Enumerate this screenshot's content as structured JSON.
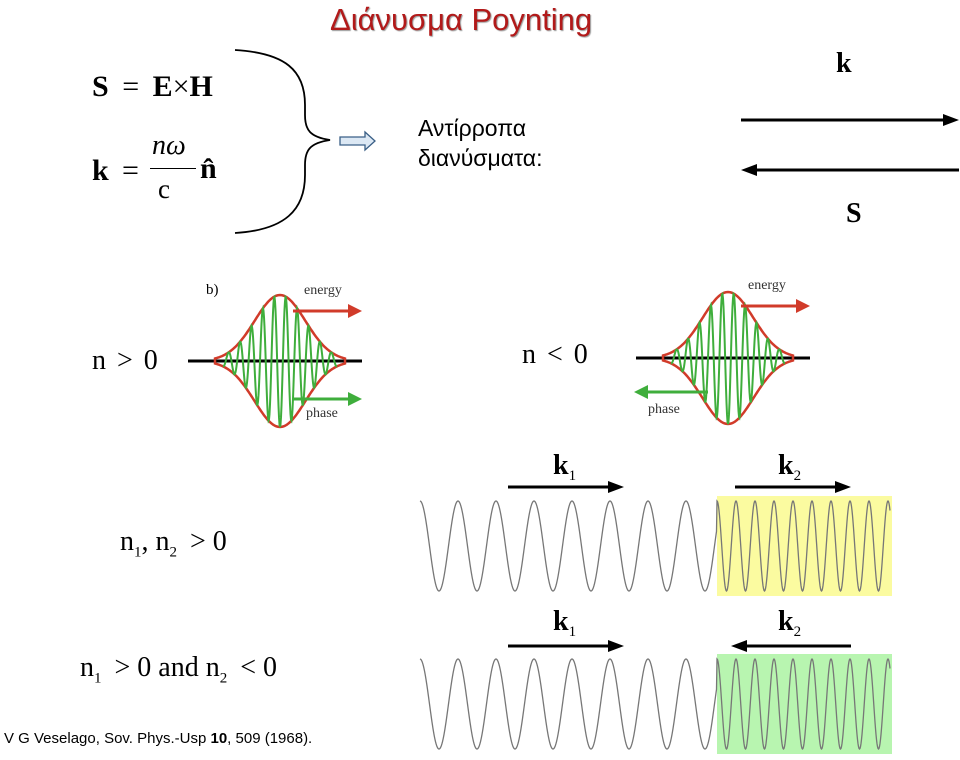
{
  "title": "Διάνυσμα Poynting",
  "eq1": {
    "lhs": "S",
    "eq": "=",
    "e": "E",
    "times": "×",
    "h": "H"
  },
  "eq2": {
    "lhs": "k",
    "eq": "=",
    "num": "nω",
    "den": "c",
    "nhat": "n̂"
  },
  "antiparallel": {
    "line1": "Αντίρροπα",
    "line2": "διανύσματα:"
  },
  "vectors": {
    "top": "k",
    "bottom": "S"
  },
  "pulse": {
    "panel_label": "b)",
    "energy": "energy",
    "phase": "phase"
  },
  "cond_pos": {
    "n": "n",
    "rel": ">",
    "zero": "0"
  },
  "cond_neg": {
    "n": "n",
    "rel": "<",
    "zero": "0"
  },
  "cond_row1": {
    "text": "n",
    "sub1": "1",
    "sep": ", n",
    "sub2": "2",
    "rel": "> 0"
  },
  "cond_row2": {
    "n1": "n",
    "sub1": "1",
    "part1": "> 0 and n",
    "sub2": "2",
    "part2": "< 0"
  },
  "waves": {
    "k": "k",
    "sub1": "1",
    "sub2": "2"
  },
  "colors": {
    "title": "#b21a1a",
    "energy_arrow": "#d13b2a",
    "phase_arrow": "#3fae3c",
    "envelope": "#d13b2a",
    "oscillation": "#3fae3c",
    "yellow_region": "#fbfba0",
    "green_region": "#b8f5b0"
  },
  "reference": {
    "authors": "V G Veselago, Sov. Phys.-Usp ",
    "volume": "10",
    "rest": ", 509 (1968)."
  }
}
